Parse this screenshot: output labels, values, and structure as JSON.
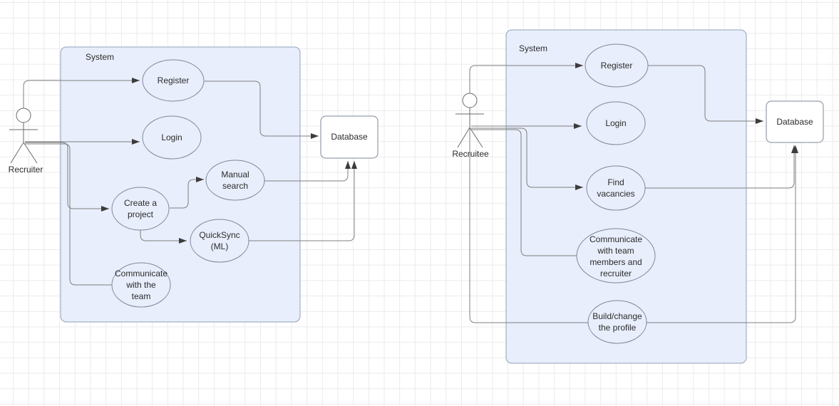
{
  "colors": {
    "canvas_bg": "#ffffff",
    "grid_line": "#ebebeb",
    "system_fill": "#e8eefb",
    "system_stroke": "#92a1ba",
    "shape_stroke": "#7e8798",
    "db_fill": "#ffffff",
    "edge_color": "#7f7f7f",
    "arrow_color": "#3c3c3c",
    "actor_color": "#6b6b6b",
    "text_color": "#2b2b2b"
  },
  "left_diagram": {
    "system_label": "System",
    "actor_label": "Recruiter",
    "use_cases": {
      "register": "Register",
      "login": "Login",
      "create_project": "Create a\nproject",
      "manual_search": "Manual\nsearch",
      "quicksync": "QuickSync\n(ML)",
      "communicate": "Communicate\nwith the\nteam"
    },
    "database_label": "Database",
    "connections": [
      {
        "from": "Recruiter",
        "to": "Register",
        "arrow": true
      },
      {
        "from": "Recruiter",
        "to": "Login",
        "arrow": true
      },
      {
        "from": "Recruiter",
        "to": "Create a project",
        "arrow": true
      },
      {
        "from": "Recruiter",
        "to": "Communicate with the team",
        "arrow": false
      },
      {
        "from": "Create a project",
        "to": "Manual search",
        "arrow": true
      },
      {
        "from": "Create a project",
        "to": "QuickSync (ML)",
        "arrow": true
      },
      {
        "from": "Register",
        "to": "Database",
        "arrow": true
      },
      {
        "from": "Manual search",
        "to": "Database",
        "arrow": true
      },
      {
        "from": "QuickSync (ML)",
        "to": "Database",
        "arrow": true
      }
    ]
  },
  "right_diagram": {
    "system_label": "System",
    "actor_label": "Recruitee",
    "use_cases": {
      "register": "Register",
      "login": "Login",
      "find_vacancies": "Find\nvacancies",
      "communicate": "Communicate\nwith team\nmembers and\nrecruiter",
      "build_profile": "Build/change\nthe profile"
    },
    "database_label": "Database",
    "connections": [
      {
        "from": "Recruitee",
        "to": "Register",
        "arrow": true
      },
      {
        "from": "Recruitee",
        "to": "Login",
        "arrow": true
      },
      {
        "from": "Recruitee",
        "to": "Find vacancies",
        "arrow": true
      },
      {
        "from": "Recruitee",
        "to": "Communicate with team members and recruiter",
        "arrow": false
      },
      {
        "from": "Recruitee",
        "to": "Build/change the profile",
        "arrow": false
      },
      {
        "from": "Register",
        "to": "Database",
        "arrow": true
      },
      {
        "from": "Find vacancies",
        "to": "Database",
        "arrow": true
      },
      {
        "from": "Build/change the profile",
        "to": "Database",
        "arrow": true
      }
    ]
  }
}
